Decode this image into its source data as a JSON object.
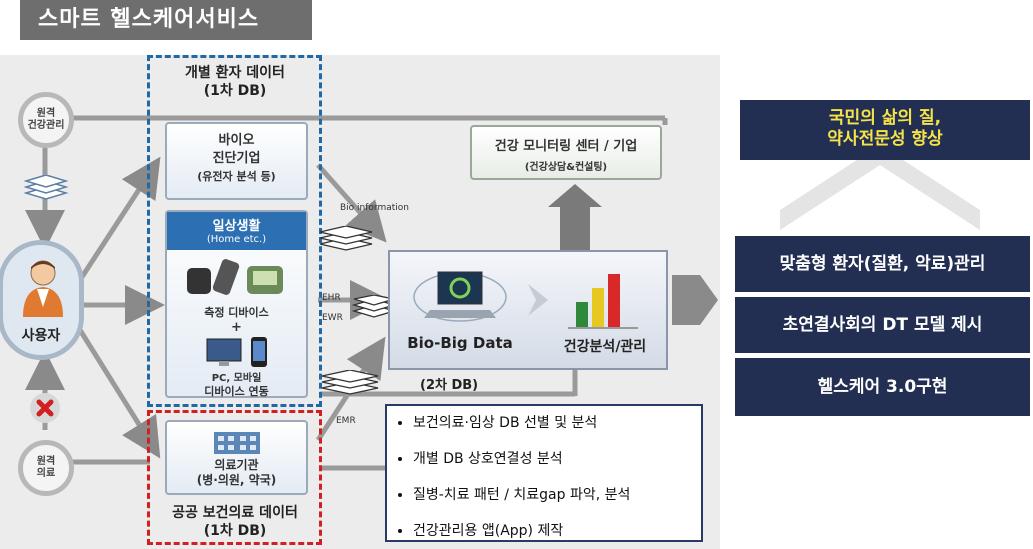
{
  "title": "스마트 헬스케어서비스",
  "remote_health": "원격\n건강관리",
  "remote_medical": "원격\n의료",
  "user_label": "사용자",
  "individual_data": {
    "line1": "개별 환자 데이터",
    "line2": "(1차 DB)"
  },
  "public_data": {
    "line1": "공공 보건의료 데이터",
    "line2": "(1차 DB)"
  },
  "bio_company": {
    "line1": "바이오",
    "line2": "진단기업",
    "line3": "(유전자 분석 등)"
  },
  "daily_life": {
    "header": "일상생활",
    "sub": "(Home etc.)",
    "devices": "측정 디바이스",
    "plus": "+",
    "pc_mobile": "PC, 모바일",
    "device_link": "디바이스 연동"
  },
  "medical_inst": {
    "line1": "의료기관",
    "line2": "(병·의원, 약국)"
  },
  "flow_labels": {
    "bio_info": "Bio information",
    "ehr": "EHR",
    "ewr": "EWR",
    "emr": "EMR"
  },
  "monitoring": {
    "line1": "건강 모니터링 센터 / 기업",
    "line2": "(건강상담&컨설팅)"
  },
  "big_data": {
    "label": "Bio-Big Data",
    "analysis": "건강분석/관리",
    "db2": "(2차 DB)"
  },
  "list_items": [
    "보건의료·임상 DB 선별 및 분석",
    "개별 DB 상호연결성 분석",
    "질병-치료 패턴 / 치료gap 파악, 분석",
    "건강관리용 앱(App) 제작"
  ],
  "outcome": {
    "line1": "국민의 삶의 질,",
    "line2": "약사전문성 향상"
  },
  "results": [
    "맞춤형 환자(질환, 악료)관리",
    "초연결사회의 DT 모델 제시",
    "헬스케어 3.0구현"
  ],
  "colors": {
    "navy": "#232f52",
    "dashed_blue": "#1f6aa6",
    "dashed_red": "#d02020",
    "outcome_text": "#f5e34a"
  }
}
